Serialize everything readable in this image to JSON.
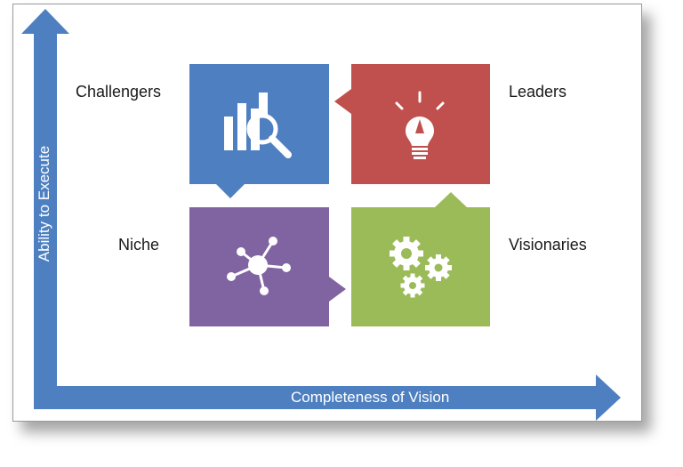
{
  "axes": {
    "y_label": "Ability to Execute",
    "x_label": "Completeness of Vision"
  },
  "quadrants": {
    "top_left": {
      "label": "Challengers",
      "color": "#4e80c1",
      "icon": "bar-chart-magnifier-icon"
    },
    "top_right": {
      "label": "Leaders",
      "color": "#c0504d",
      "icon": "lightbulb-icon"
    },
    "bottom_left": {
      "label": "Niche",
      "color": "#8064a2",
      "icon": "network-nodes-icon"
    },
    "bottom_right": {
      "label": "Visionaries",
      "color": "#9bbb59",
      "icon": "gears-icon"
    }
  },
  "colors": {
    "axis": "#4e80c1"
  }
}
